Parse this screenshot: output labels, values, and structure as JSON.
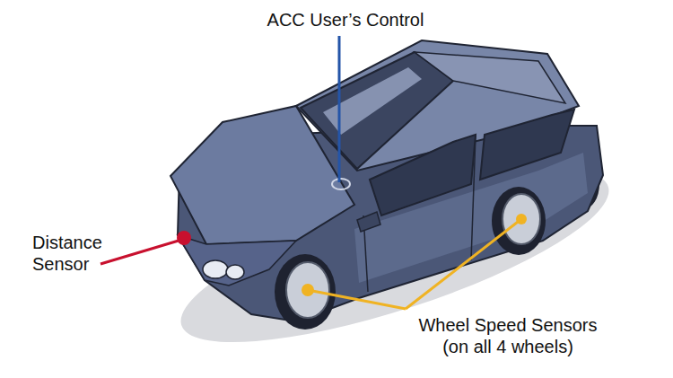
{
  "diagram": {
    "labels": [
      "ACC User’s Control",
      "Distance Sensor",
      "Wheel Speed Sensors (on all 4 wheels)"
    ]
  }
}
